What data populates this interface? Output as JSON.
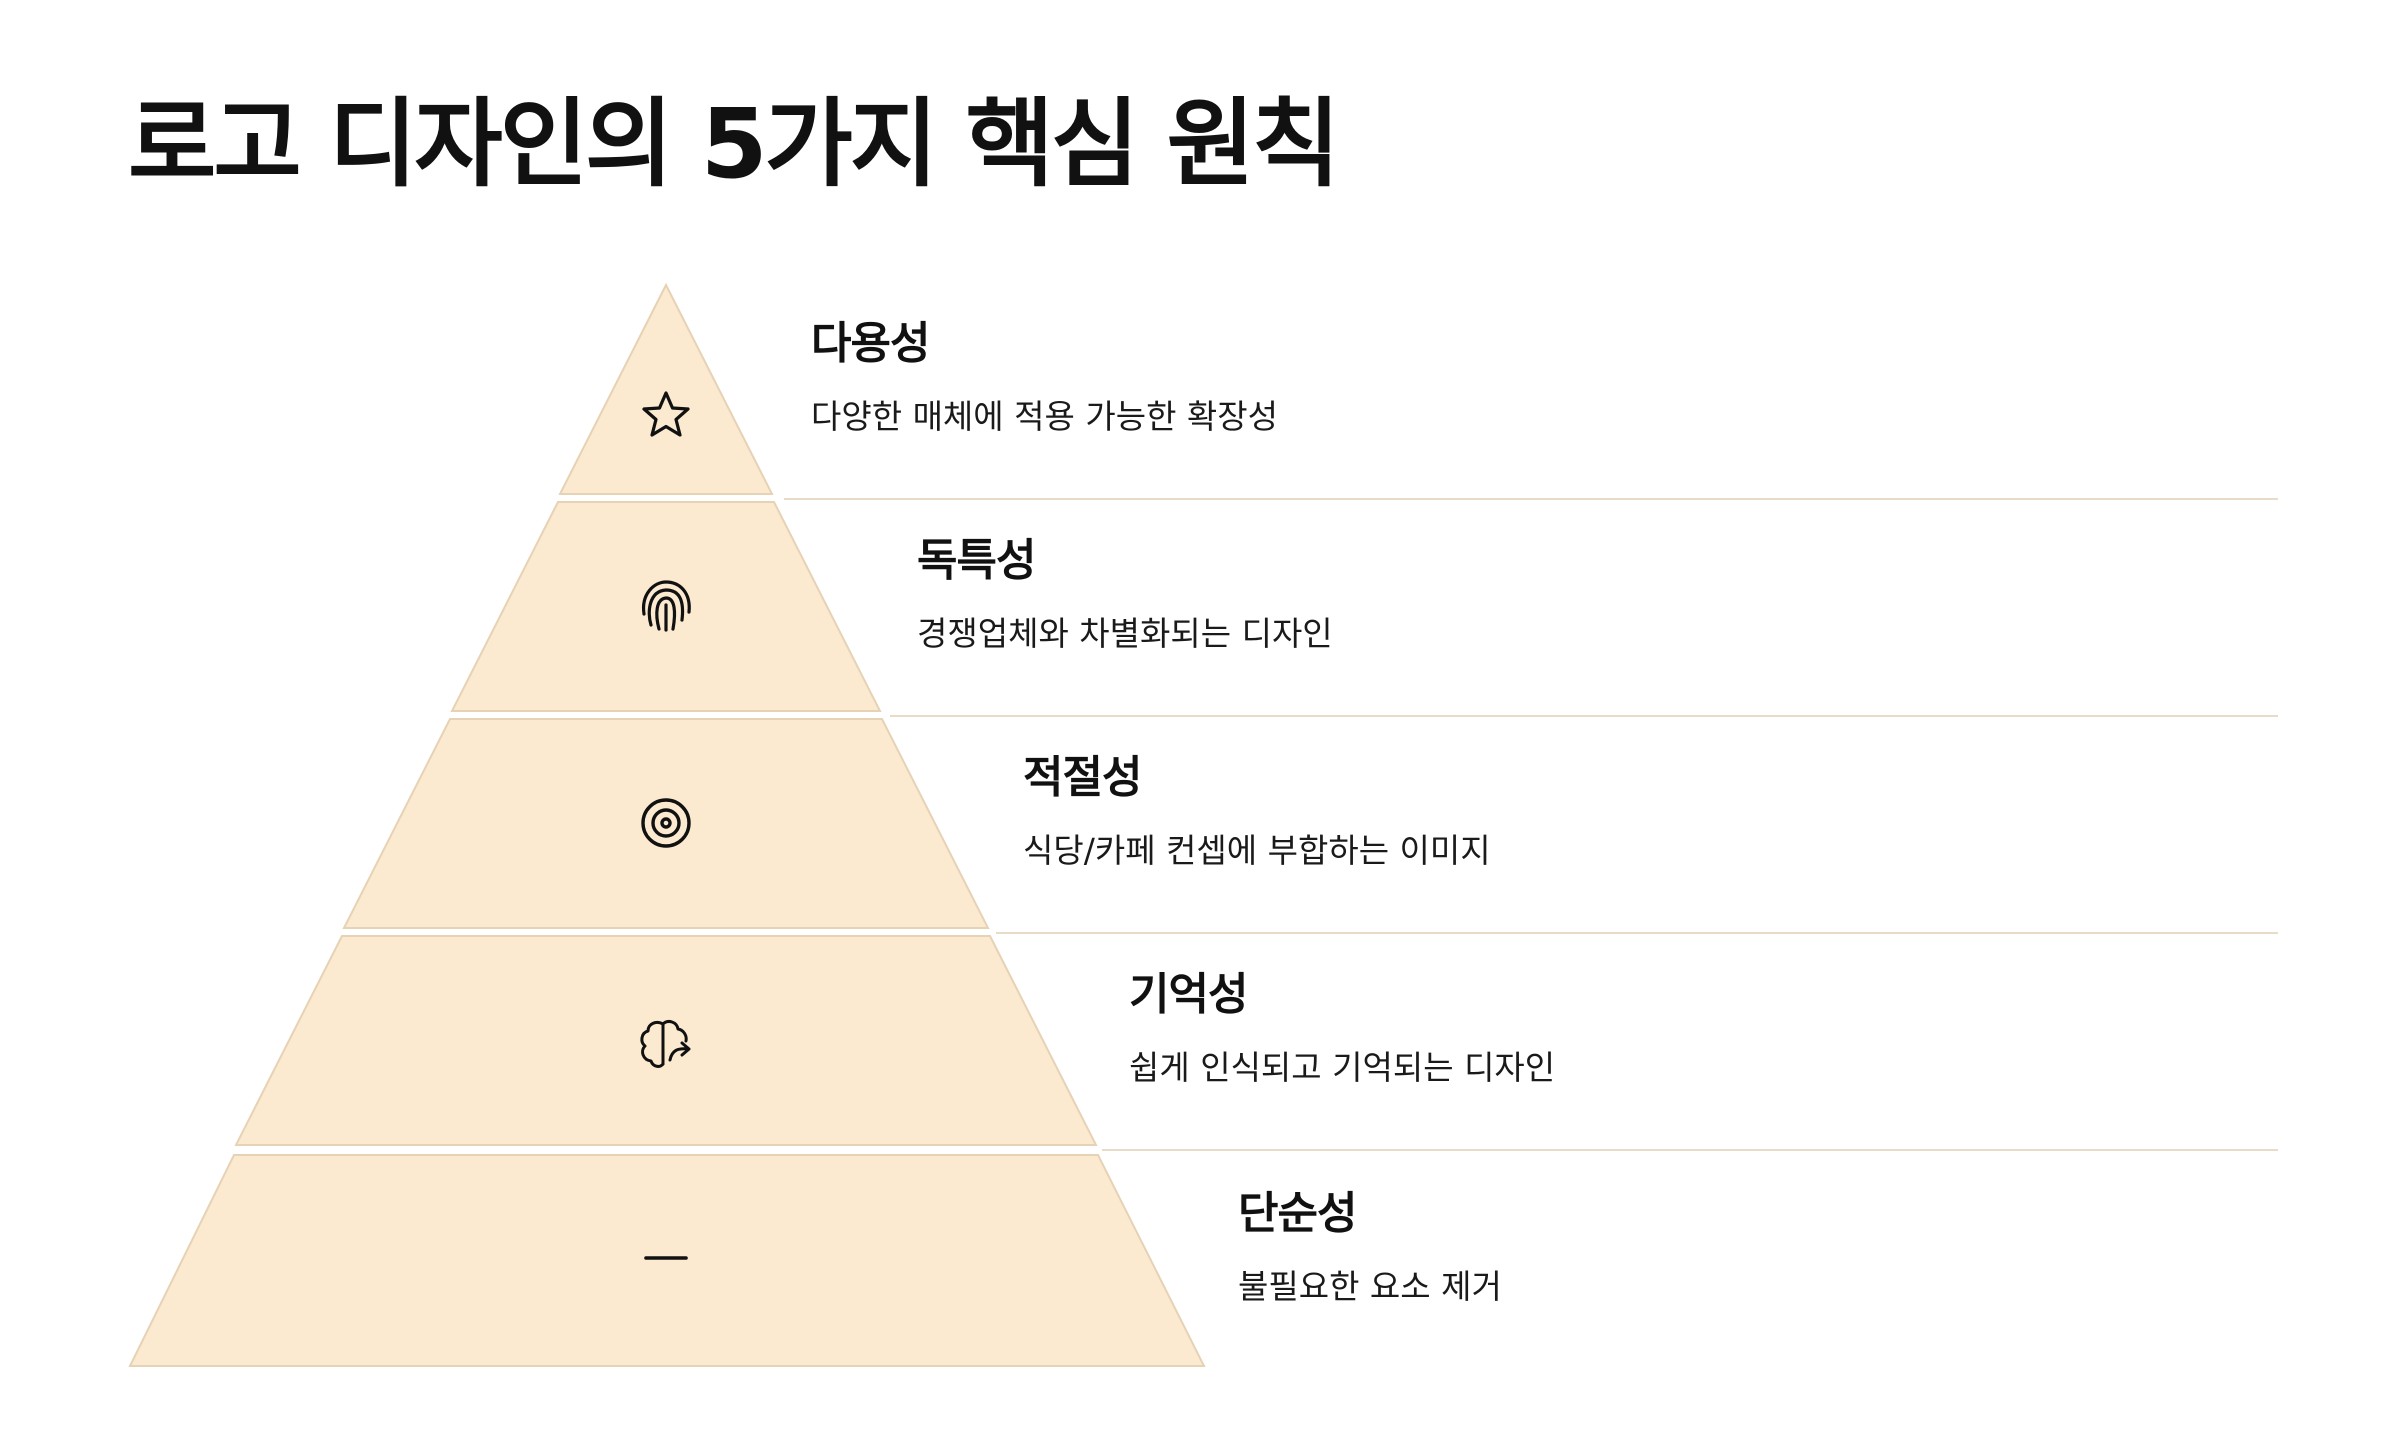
{
  "title": "로고 디자인의 5가지 핵심 원칙",
  "colors": {
    "fill": "#FBE9D0",
    "stroke": "#E6D2B5",
    "divider": "#E8DCC8",
    "text": "#111111"
  },
  "levels": [
    {
      "title": "다용성",
      "description": "다양한 매체에 적용 가능한 확장성",
      "icon": "star-icon"
    },
    {
      "title": "독특성",
      "description": "경쟁업체와 차별화되는 디자인",
      "icon": "fingerprint-icon"
    },
    {
      "title": "적절성",
      "description": "식당/카페 컨셉에 부합하는 이미지",
      "icon": "target-icon"
    },
    {
      "title": "기억성",
      "description": "쉽게 인식되고 기억되는 디자인",
      "icon": "brain-icon"
    },
    {
      "title": "단순성",
      "description": "불필요한 요소 제거",
      "icon": "minus-icon"
    }
  ]
}
